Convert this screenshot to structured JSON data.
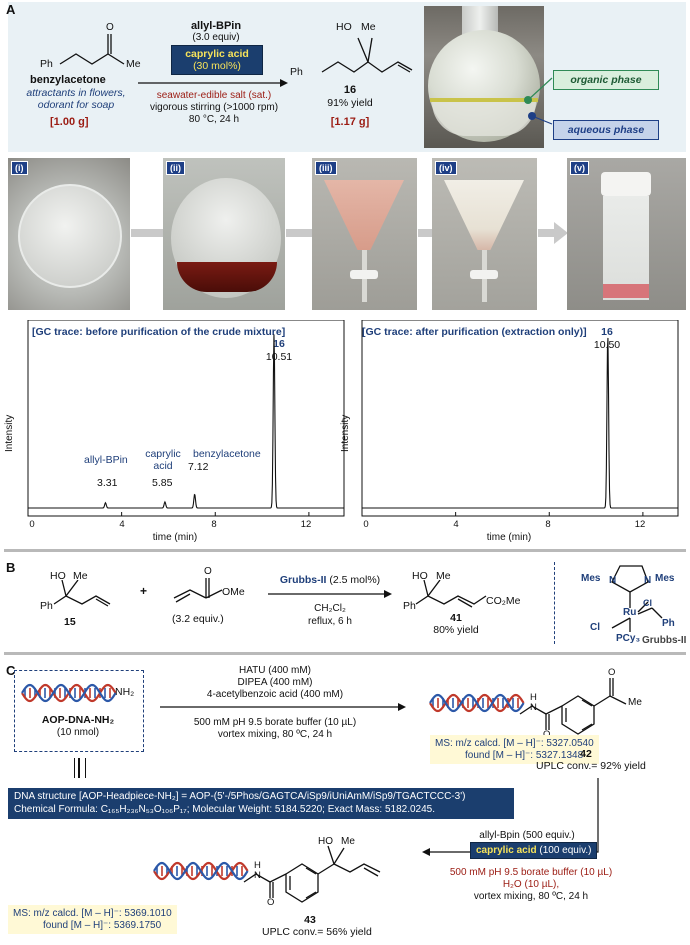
{
  "sectionA": {
    "label": "A",
    "reagent": "allyl-BPin",
    "reagent_equiv": "(3.0 equiv)",
    "acid_tag": "caprylic acid",
    "acid_amount": "(30 mol%)",
    "condition1": "seawater-edible salt (sat.)",
    "condition2": "vigorous stirring (>1000 rpm)",
    "condition3": "80 °C, 24 h",
    "sm_ph": "Ph",
    "sm_me": "Me",
    "sm_name": "benzylacetone",
    "sm_desc1": "attractants in flowers,",
    "sm_desc2": "odorant for soap",
    "sm_mass": "[1.00 g]",
    "prod_ho": "HO",
    "prod_me": "Me",
    "prod_ph": "Ph",
    "prod_num": "16",
    "prod_yield": "91% yield",
    "prod_mass": "[1.17 g]",
    "organic_label": "organic phase",
    "aqueous_label": "aqueous phase"
  },
  "photos": [
    "(i)",
    "(ii)",
    "(iii)",
    "(iv)",
    "(v)"
  ],
  "gc1": {
    "title": "[GC trace: before purification of the crude mixture]",
    "peak_num": "16",
    "peak_time": "10.51",
    "ylabel": "Intensity",
    "xlabel": "time (min)",
    "ticks": [
      "0",
      "4",
      "8",
      "12"
    ],
    "p1_name": "allyl-BPin",
    "p1_time": "3.31",
    "p2_name1": "caprylic",
    "p2_name2": "acid",
    "p2_time": "5.85",
    "p3_name": "benzylacetone",
    "p3_time": "7.12"
  },
  "gc2": {
    "title": "[GC trace: after purification (extraction only)]",
    "peak_num": "16",
    "peak_time": "10.50",
    "ylabel": "Intensity",
    "xlabel": "time (min)",
    "ticks": [
      "0",
      "4",
      "8",
      "12"
    ]
  },
  "chart_data": [
    {
      "type": "line",
      "title": "[GC trace: before purification of the crude mixture]",
      "xlabel": "time (min)",
      "ylabel": "Intensity",
      "xlim": [
        0,
        13.5
      ],
      "xticks": [
        0,
        4,
        8,
        12
      ],
      "peaks": [
        {
          "label": "allyl-BPin",
          "x": 3.31,
          "y": 0.03
        },
        {
          "label": "caprylic acid",
          "x": 5.85,
          "y": 0.035
        },
        {
          "label": "benzylacetone",
          "x": 7.12,
          "y": 0.08
        },
        {
          "label": "16",
          "x": 10.51,
          "y": 1.0
        }
      ]
    },
    {
      "type": "line",
      "title": "[GC trace: after purification (extraction only)]",
      "xlabel": "time (min)",
      "ylabel": "Intensity",
      "xlim": [
        0,
        13.5
      ],
      "xticks": [
        0,
        4,
        8,
        12
      ],
      "peaks": [
        {
          "label": "16",
          "x": 10.5,
          "y": 1.0
        }
      ]
    }
  ],
  "sectionB": {
    "label": "B",
    "sm_ho": "HO",
    "sm_me": "Me",
    "sm_ph": "Ph",
    "sm_num": "15",
    "plus": "+",
    "acrylate_ome": "OMe",
    "acrylate_o": "O",
    "acrylate_equiv": "(3.2 equiv.)",
    "catalyst": "Grubbs-II",
    "catalyst_amt": "(2.5 mol%)",
    "solvent": "CH₂Cl₂",
    "cond": "reflux, 6 h",
    "prod_ho": "HO",
    "prod_me": "Me",
    "prod_ph": "Ph",
    "prod_ester": "CO₂Me",
    "prod_num": "41",
    "prod_yield": "80% yield",
    "cat_mes1": "Mes",
    "cat_mes2": "Mes",
    "cat_n1": "N",
    "cat_n2": "N",
    "cat_ru": "Ru",
    "cat_cl1": "Cl",
    "cat_cl2": "Cl",
    "cat_ph": "Ph",
    "cat_pcy": "PCy₃",
    "cat_name": "Grubbs-II"
  },
  "sectionC": {
    "label": "C",
    "nh2": "NH₂",
    "dna_name": "AOP-DNA-NH₂",
    "dna_amt": "(10 nmol)",
    "reag1": "HATU (400 mM)",
    "reag2": "DIPEA (400 mM)",
    "reag3": "4-acetylbenzoic acid (400 mM)",
    "buffer1": "500 mM pH 9.5 borate buffer (10 µL)",
    "mix1": "vortex mixing, 80 ºC, 24 h",
    "ms42_1": "MS: m/z calcd. [M – H]⁻: 5327.0540",
    "ms42_2": "found [M – H]⁻: 5327.1348",
    "num42": "42",
    "conv42": "UPLC conv.= 92% yield",
    "amide_h": "H",
    "amide_n": "N",
    "amide_o": "O",
    "ketone_o": "O",
    "ketone_me": "Me",
    "dna_struct": "DNA structure [AOP-Headpiece-NH₂] = AOP-(5'-/5Phos/GAGTCA/iSp9/iUniAmM/iSp9/TGACTCCC-3')",
    "dna_formula": "Chemical Formula: C₁₆₅H₂₃₆N₅₃O₁₀₆P₁₇; Molecular Weight: 5184.5220; Exact Mass: 5182.0245.",
    "allyl_reag": "allyl-Bpin (500 equiv.)",
    "acid_tag": "caprylic acid",
    "acid_amt": "(100 equiv.)",
    "buffer2": "500 mM pH 9.5 borate buffer (10 µL)",
    "water": "H₂O (10 µL),",
    "mix2": "vortex mixing, 80 ºC, 24 h",
    "ms43_1": "MS: m/z calcd. [M – H]⁻: 5369.1010",
    "ms43_2": "found [M – H]⁻: 5369.1750",
    "num43": "43",
    "conv43": "UPLC conv.= 56% yield",
    "ho43": "HO",
    "me43": "Me"
  },
  "colors": {
    "accent_blue": "#1f3f7a",
    "accent_red": "#9b1b12",
    "highlight": "#fff2a8",
    "navy": "#1b3e6e",
    "section_bg": "#e9f1f5"
  }
}
